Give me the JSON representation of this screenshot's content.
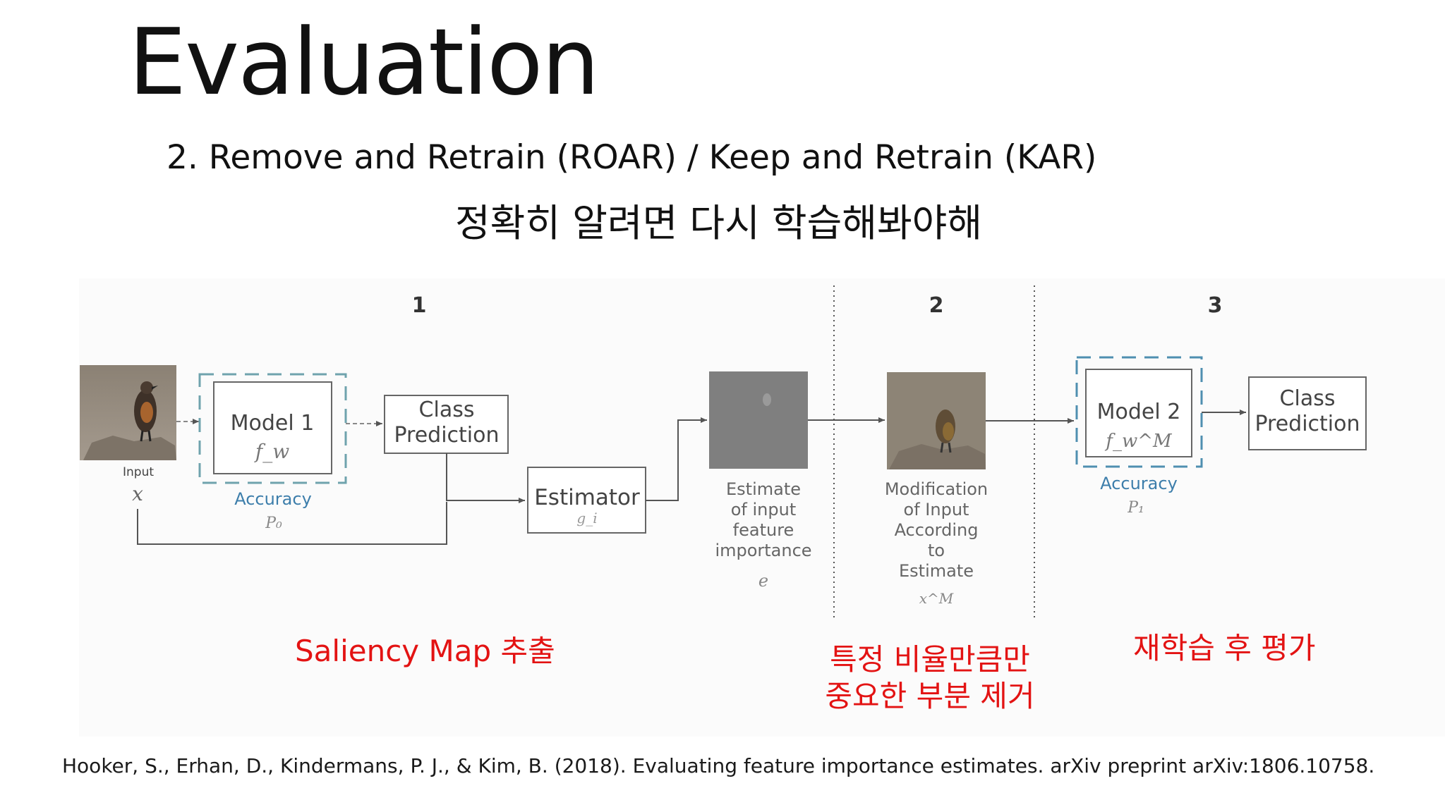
{
  "slide": {
    "title": "Evaluation",
    "subtitle": "2. Remove and Retrain (ROAR) / Keep and Retrain (KAR)",
    "korean_note": "정확히 알려면 다시 학습해봐야해",
    "citation": "Hooker, S., Erhan, D., Kindermans, P. J., & Kim, B. (2018). Evaluating feature importance estimates. arXiv preprint arXiv:1806.10758."
  },
  "diagram": {
    "steps": [
      "1",
      "2",
      "3"
    ],
    "input": {
      "label": "Input",
      "symbol": "x"
    },
    "model1": {
      "label": "Model 1",
      "symbol": "f_w",
      "accuracy": "Accuracy",
      "accuracy_symbol": "P₀"
    },
    "class_prediction_1": {
      "line1": "Class",
      "line2": "Prediction"
    },
    "estimator": {
      "label": "Estimator",
      "symbol": "g_i"
    },
    "estimate_caption": {
      "lines": [
        "Estimate",
        "of input",
        "feature",
        "importance"
      ],
      "symbol": "e"
    },
    "modification_caption": {
      "lines": [
        "Modification",
        "of Input",
        "According",
        "to",
        "Estimate"
      ],
      "symbol": "x^M"
    },
    "model2": {
      "label": "Model 2",
      "symbol": "f_w^M",
      "accuracy": "Accuracy",
      "accuracy_symbol": "P₁"
    },
    "class_prediction_2": {
      "line1": "Class",
      "line2": "Prediction"
    }
  },
  "annotations": {
    "saliency": "Saliency Map 추출",
    "remove_line1": "특정 비율만큼만",
    "remove_line2": "중요한 부분 제거",
    "retrain": "재학습 후 평가"
  },
  "colors": {
    "accent_dashed": "#6fa3ad",
    "accuracy_text": "#3d7eab",
    "annotation_red": "#e31313"
  }
}
